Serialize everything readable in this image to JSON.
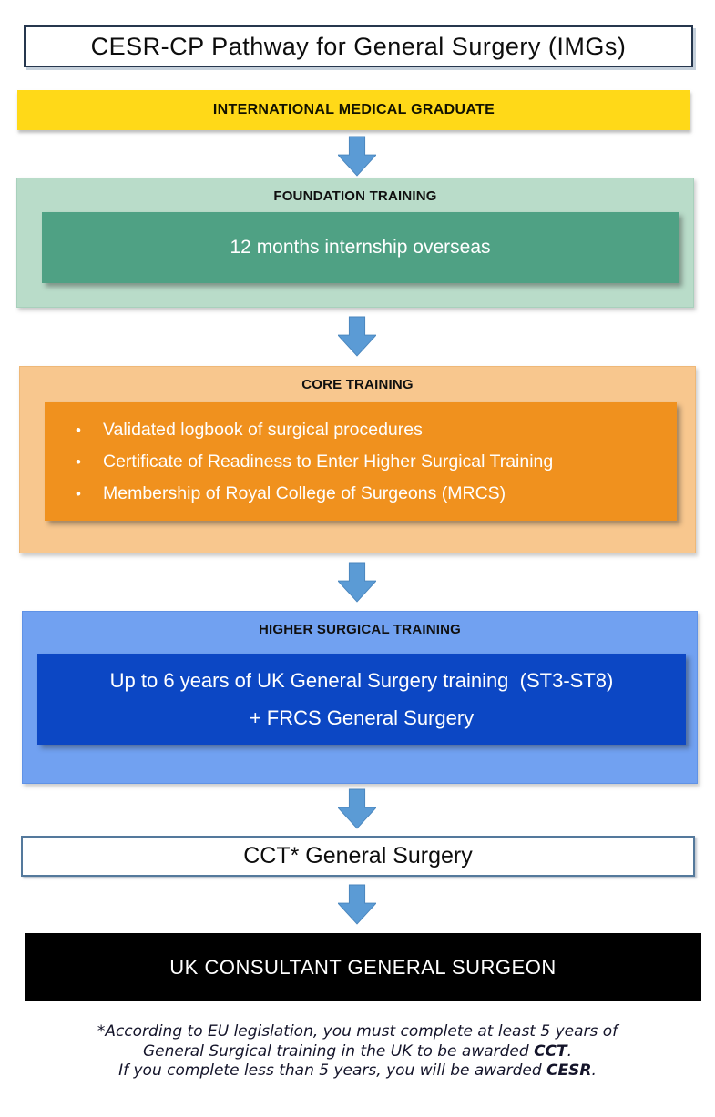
{
  "title": "CESR-CP Pathway for General Surgery (IMGs)",
  "stages": {
    "img": {
      "label": "INTERNATIONAL MEDICAL GRADUATE"
    },
    "foundation": {
      "header": "FOUNDATION TRAINING",
      "detail": "12 months internship overseas"
    },
    "core": {
      "header": "CORE TRAINING",
      "items": [
        "Validated logbook of surgical procedures",
        "Certificate of Readiness to Enter Higher Surgical Training",
        "Membership of Royal College of Surgeons (MRCS)"
      ]
    },
    "higher": {
      "header": "HIGHER SURGICAL TRAINING",
      "line1": "Up to 6 years of UK General Surgery training  (ST3-ST8)",
      "line2": "+ FRCS General Surgery"
    },
    "cct": {
      "label": "CCT* General Surgery"
    },
    "consultant": {
      "label": "UK CONSULTANT GENERAL SURGEON"
    }
  },
  "bullet_glyph": "•",
  "footnote": {
    "line1": "*According to EU legislation, you must complete at least 5 years of",
    "line2_pre": "General Surgical training in the UK to be awarded ",
    "line2_bold": "CCT",
    "line2_post": ".",
    "line3_pre": "If you complete less than 5 years, you will be awarded ",
    "line3_bold": "CESR",
    "line3_post": "."
  },
  "colors": {
    "yellow_stage": "#ffd918",
    "green_outer": "#b9dcc9",
    "green_inner": "#4fa184",
    "orange_outer": "#f8c78e",
    "orange_inner": "#f0911e",
    "blue_outer": "#71a1f1",
    "blue_inner": "#0c47c4",
    "consultant_bg": "#000000",
    "arrow": "#5b9bd5",
    "title_border": "#26374e",
    "cct_border": "#54799c"
  }
}
